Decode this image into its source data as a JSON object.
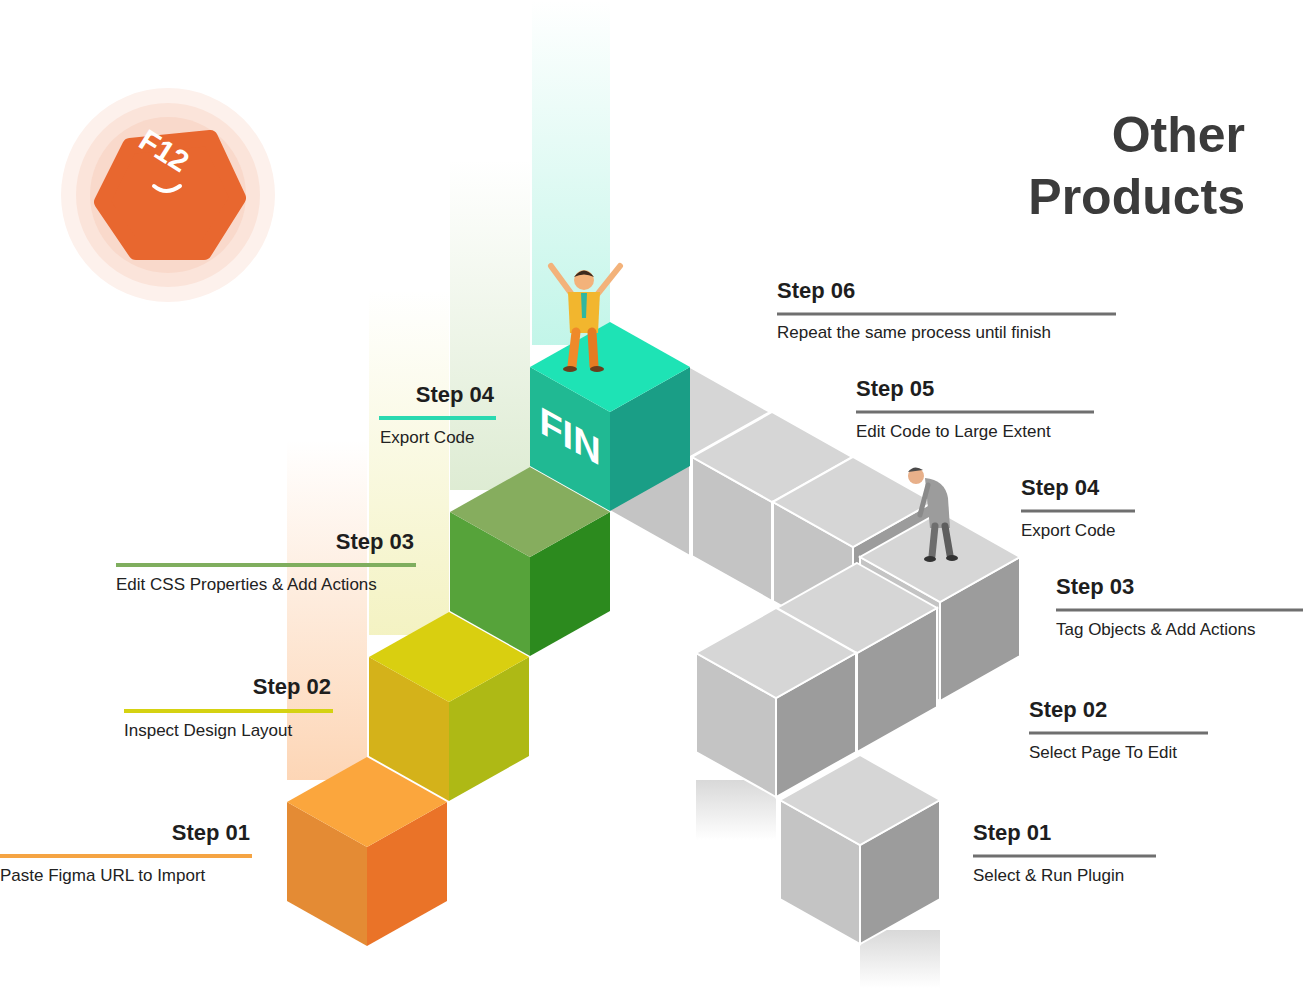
{
  "diagram": {
    "title": "Other Products",
    "nodes": [
      {
        "text": [
          "F12"
        ]
      },
      {
        "text": [
          "FIN"
        ]
      }
    ],
    "labels": [
      "Step 01",
      "Paste Figma URL to Import",
      "Step 02",
      "Inspect Design Layout",
      "Step 03",
      "Edit CSS Properties & Add Actions",
      "Step 04",
      "Export Code",
      "Step 01",
      "Select & Run Plugin",
      "Step 02",
      "Select Page To Edit",
      "Step 03",
      "Tag Objects & Add Actions",
      "Step 04",
      "Export Code",
      "Step 05",
      "Edit Code to Large Extent",
      "Step 06",
      "Repeat the same process until finish"
    ]
  }
}
